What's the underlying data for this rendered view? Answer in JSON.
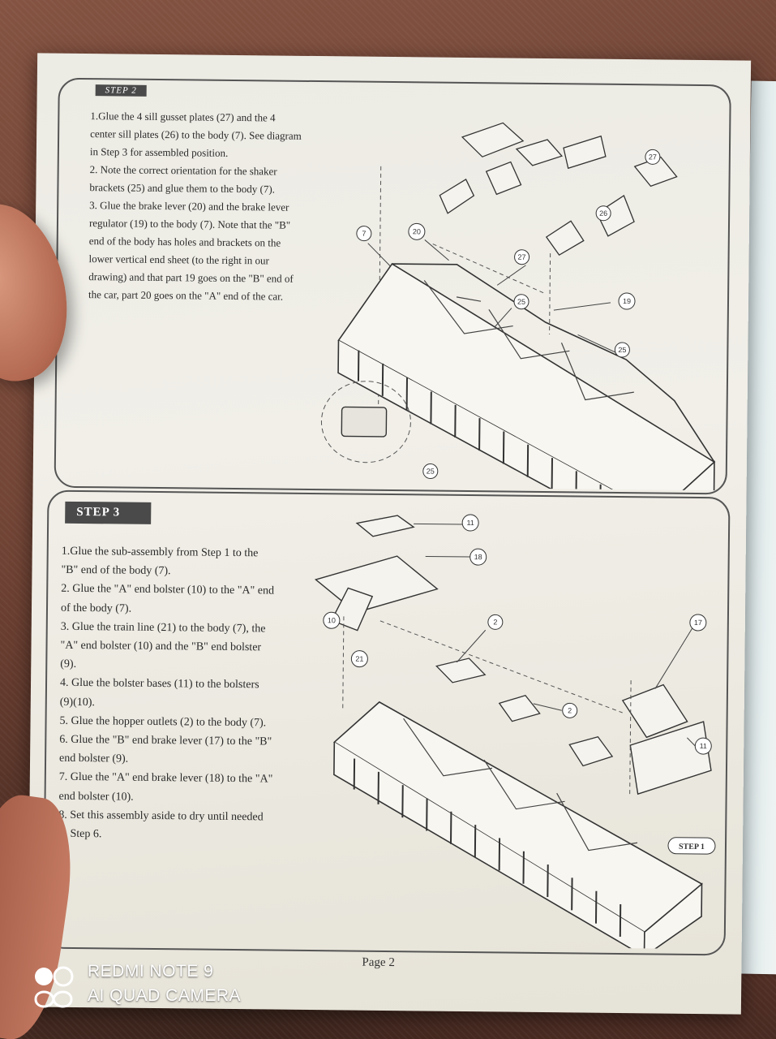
{
  "sheet": {
    "step2": {
      "label": "STEP 2",
      "instructions": [
        "1.Glue the 4 sill gusset plates (27) and the 4 center sill plates (26) to the body (7). See diagram in Step 3 for assembled position.",
        "2. Note the correct orientation for the shaker brackets (25) and glue them to the body (7).",
        "3. Glue the brake lever (20) and the brake lever regulator (19) to the body (7). Note that the \"B\" end of the body has holes and brackets on the lower vertical end sheet (to the right in our drawing) and that part 19 goes on the \"B\" end of the car, part 20 goes on the \"A\" end of the car."
      ],
      "callouts": [
        "7",
        "20",
        "27",
        "26",
        "27",
        "25",
        "19",
        "25",
        "25"
      ]
    },
    "step3": {
      "label": "STEP 3",
      "instructions": [
        "1.Glue the sub-assembly from Step 1 to the \"B\" end of the body (7).",
        "2. Glue the \"A\" end bolster (10) to the \"A\" end of the body (7).",
        "3. Glue the train line (21) to the body (7), the \"A\" end bolster (10) and the \"B\" end bolster (9).",
        "4. Glue the bolster bases (11) to the bolsters (9)(10).",
        "5. Glue the hopper outlets (2) to the body (7).",
        "6. Glue the \"B\" end brake lever (17) to the \"B\" end bolster (9).",
        "7. Glue the \"A\" end brake lever (18) to the \"A\" end bolster (10).",
        "8. Set this assembly aside to dry until needed in Step 6."
      ],
      "callouts": [
        "11",
        "18",
        "10",
        "2",
        "17",
        "21",
        "2",
        "11"
      ],
      "ref_label": "STEP 1"
    },
    "page_label": "Page 2"
  },
  "watermark": {
    "line1": "REDMI NOTE 9",
    "line2": "AI QUAD CAMERA"
  }
}
